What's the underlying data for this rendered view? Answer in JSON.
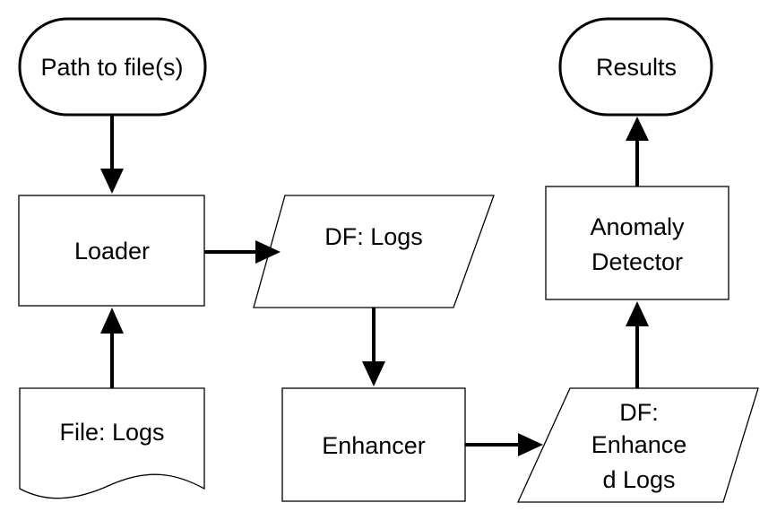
{
  "nodes": {
    "start": {
      "label": "Path to file(s)"
    },
    "loader": {
      "label": "Loader"
    },
    "file_logs": {
      "label": "File: Logs"
    },
    "df_logs": {
      "label": "DF: Logs"
    },
    "enhancer": {
      "label": "Enhancer"
    },
    "df_enhanced": {
      "lines": [
        "DF:",
        "Enhance",
        "d Logs"
      ]
    },
    "anomaly_detector": {
      "lines": [
        "Anomaly",
        "Detector"
      ]
    },
    "results": {
      "label": "Results"
    }
  },
  "edges": [
    {
      "from": "start",
      "to": "loader"
    },
    {
      "from": "file_logs",
      "to": "loader"
    },
    {
      "from": "loader",
      "to": "df_logs"
    },
    {
      "from": "df_logs",
      "to": "enhancer"
    },
    {
      "from": "enhancer",
      "to": "df_enhanced"
    },
    {
      "from": "df_enhanced",
      "to": "anomaly_detector"
    },
    {
      "from": "anomaly_detector",
      "to": "results"
    }
  ]
}
